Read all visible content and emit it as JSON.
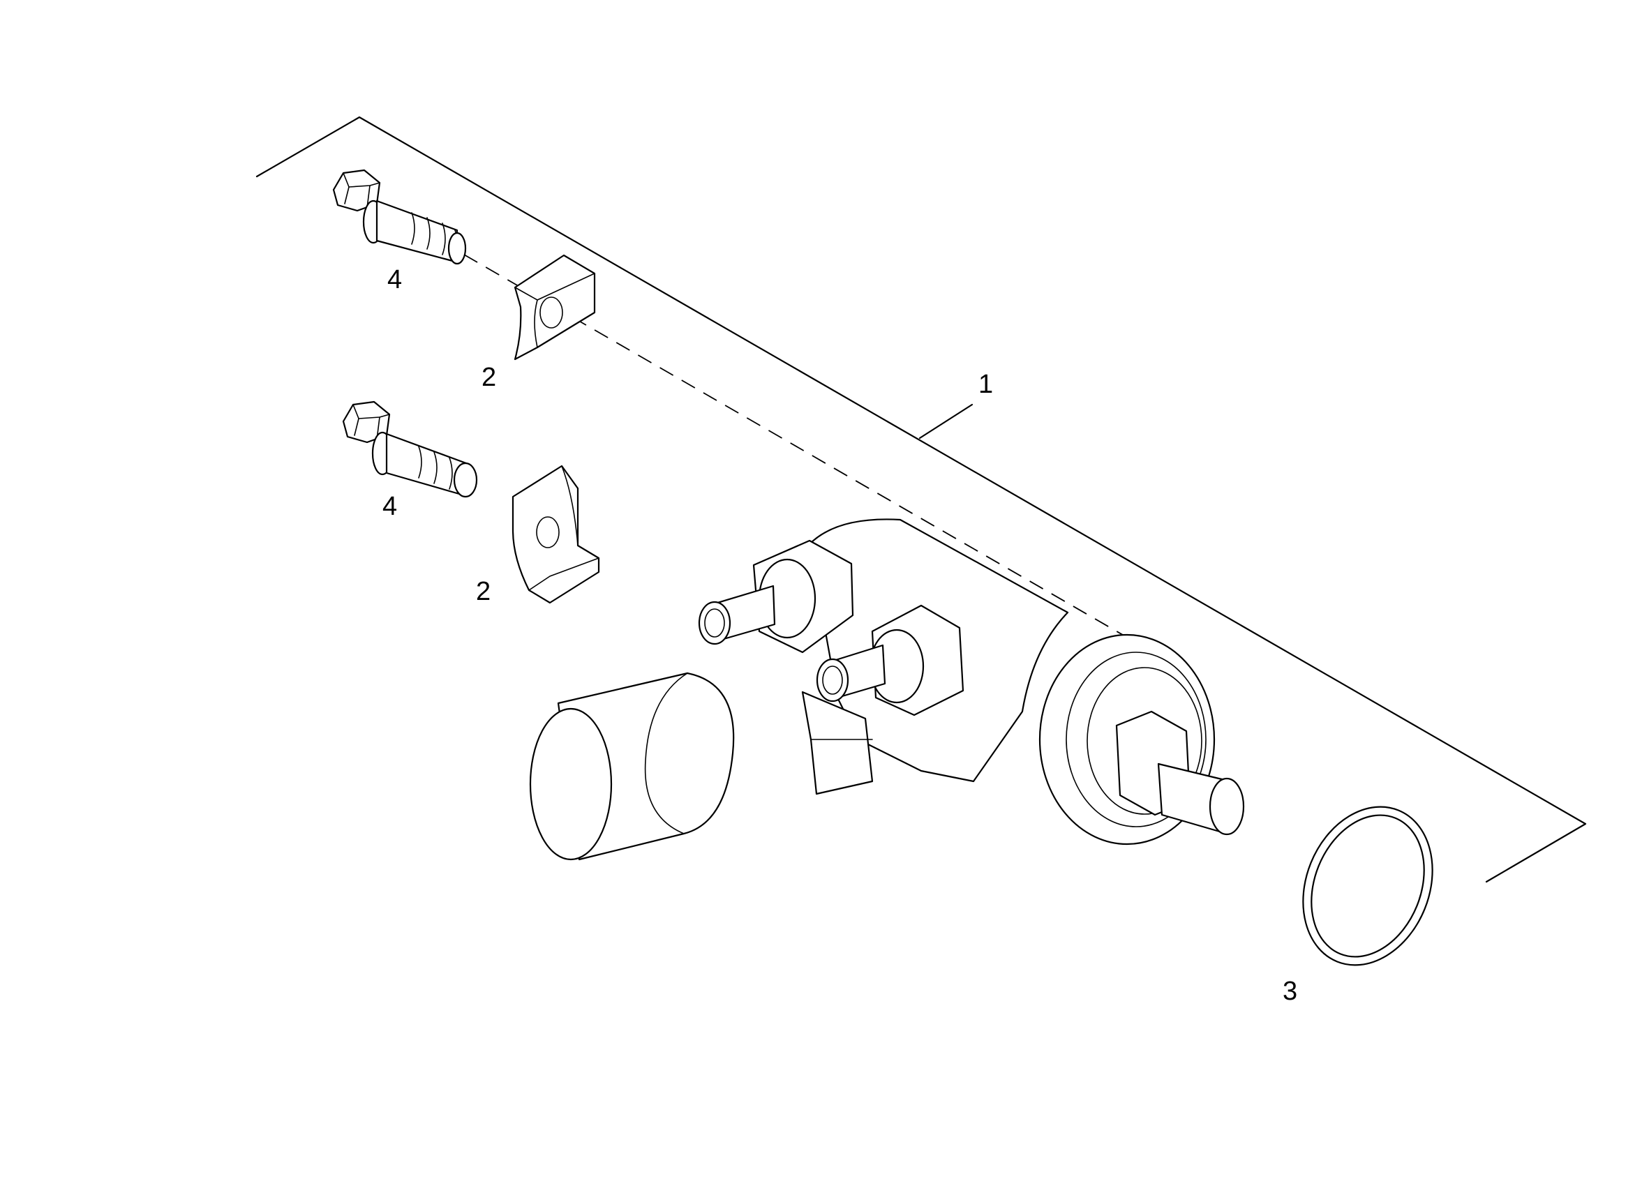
{
  "callouts": {
    "assembly": "1",
    "clip_upper": "2",
    "clip_lower": "2",
    "o_ring": "3",
    "bolt_upper": "4",
    "bolt_lower": "4"
  }
}
